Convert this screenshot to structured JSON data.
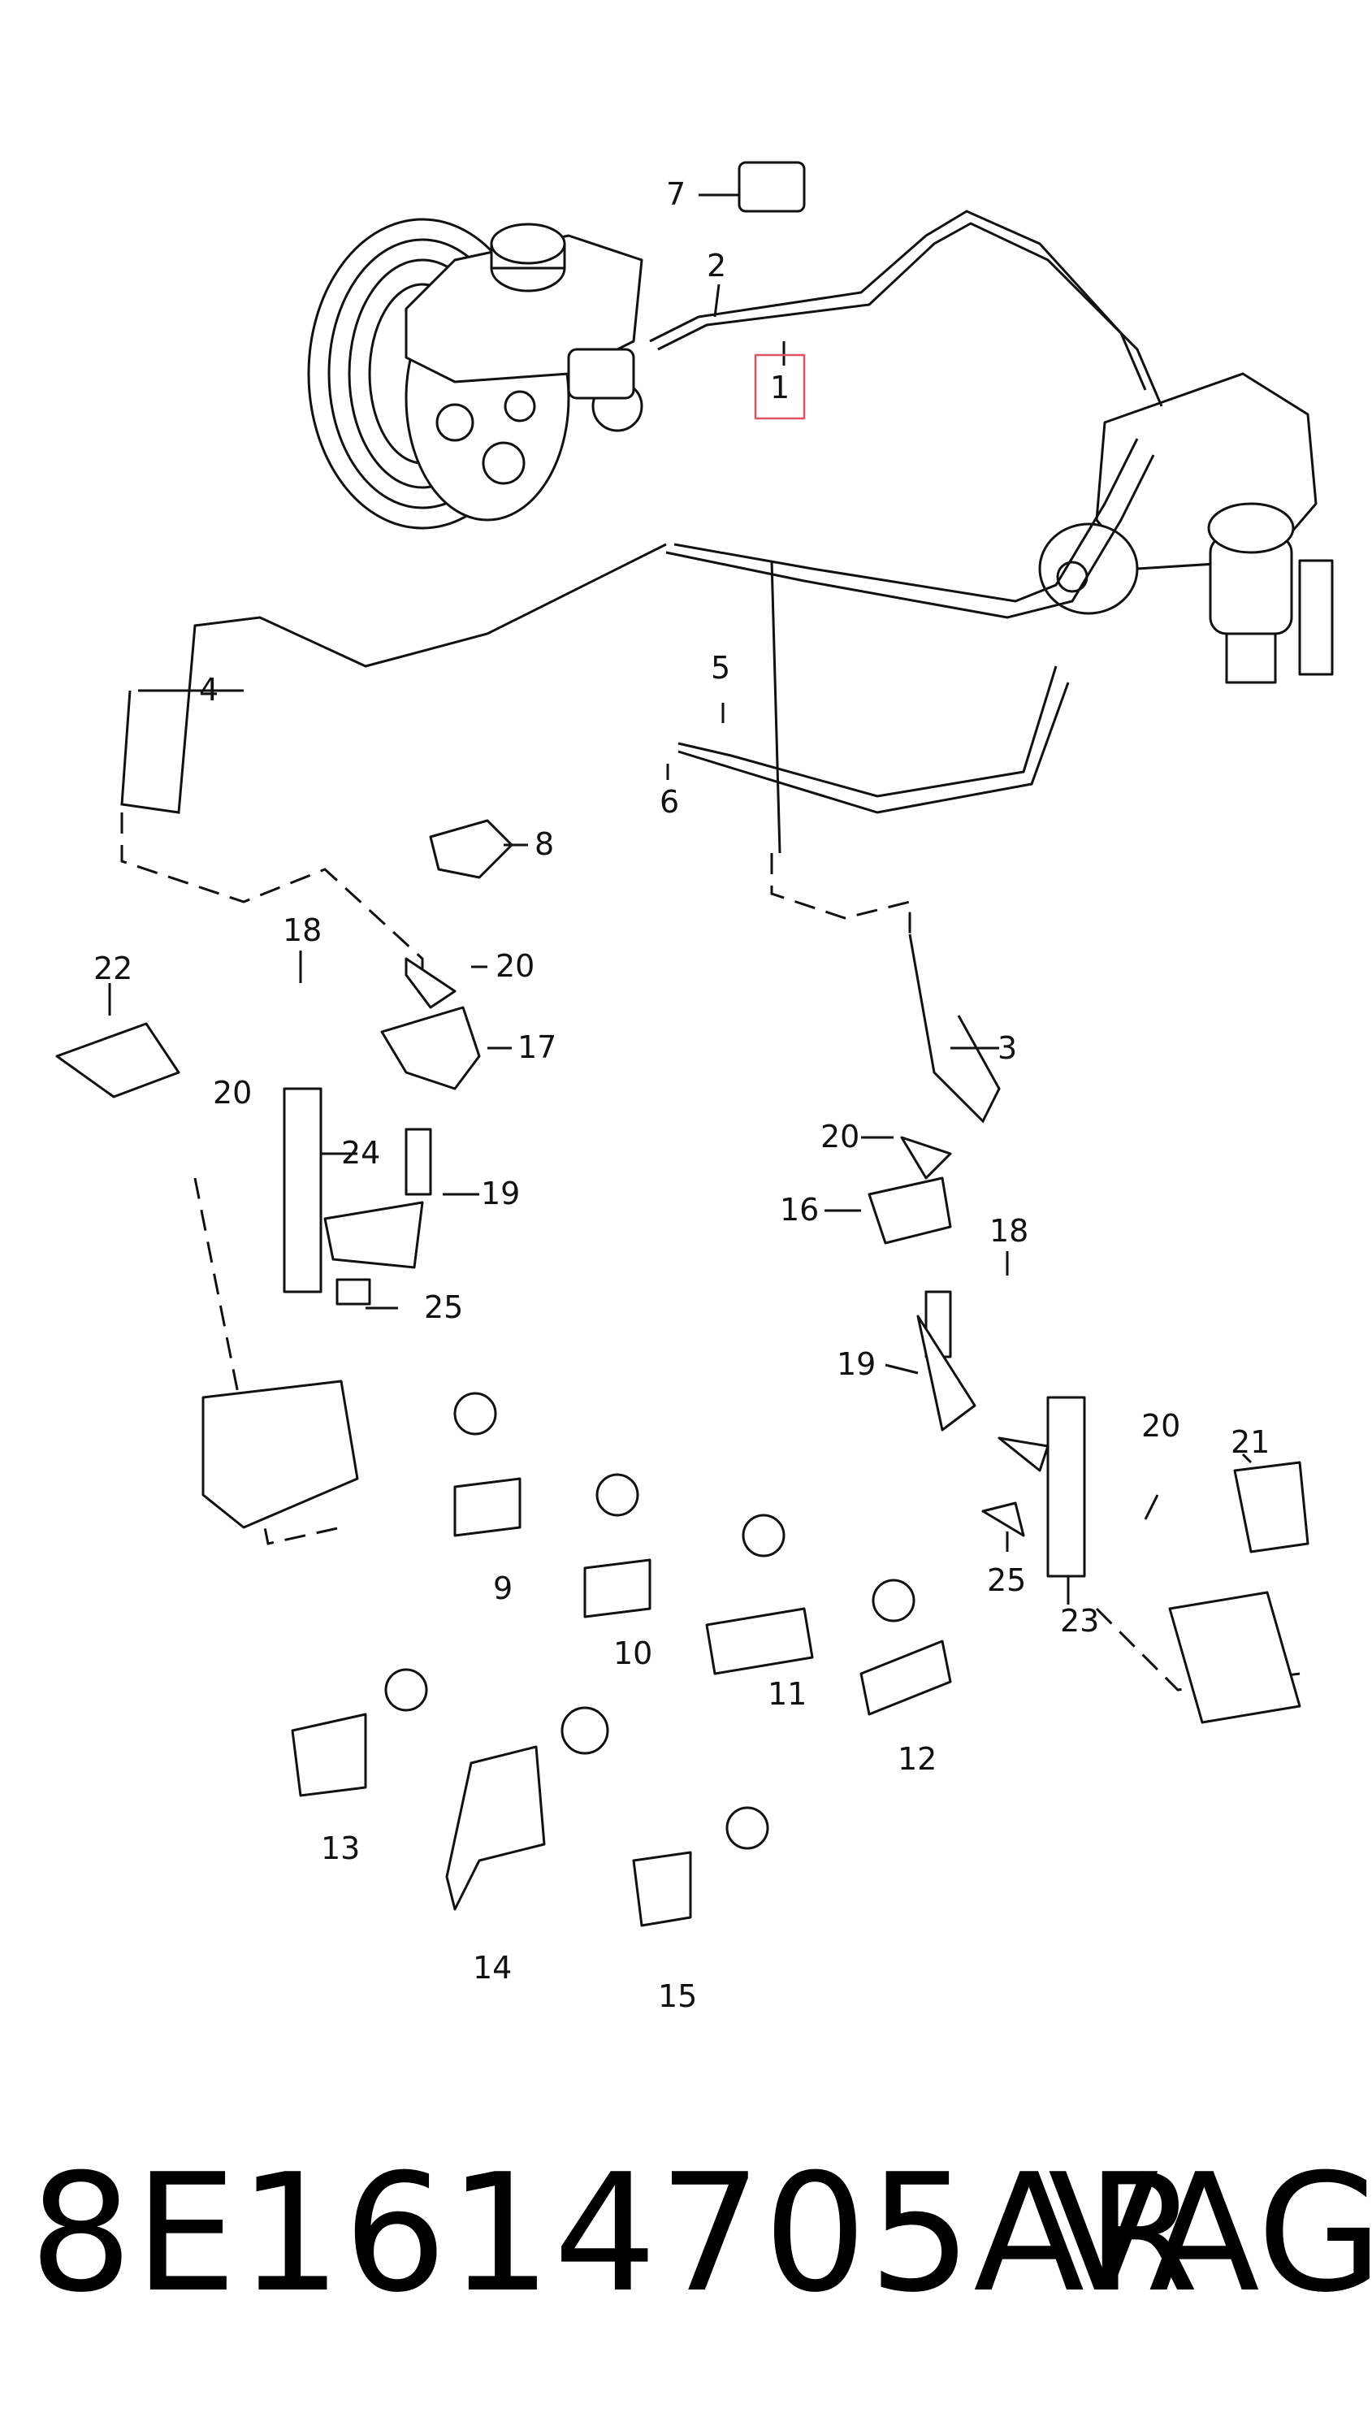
{
  "diagram": {
    "callouts": [
      "1",
      "2",
      "3",
      "4",
      "5",
      "6",
      "7",
      "8",
      "9",
      "10",
      "11",
      "12",
      "13",
      "14",
      "15",
      "16",
      "17",
      "18",
      "18",
      "19",
      "19",
      "20",
      "20",
      "20",
      "20",
      "21",
      "22",
      "23",
      "24",
      "25",
      "25"
    ],
    "highlighted_callout": "1",
    "highlight_color": "#e05566"
  },
  "footer": {
    "part_number": "8E1614705AR",
    "brand": "VAG"
  }
}
